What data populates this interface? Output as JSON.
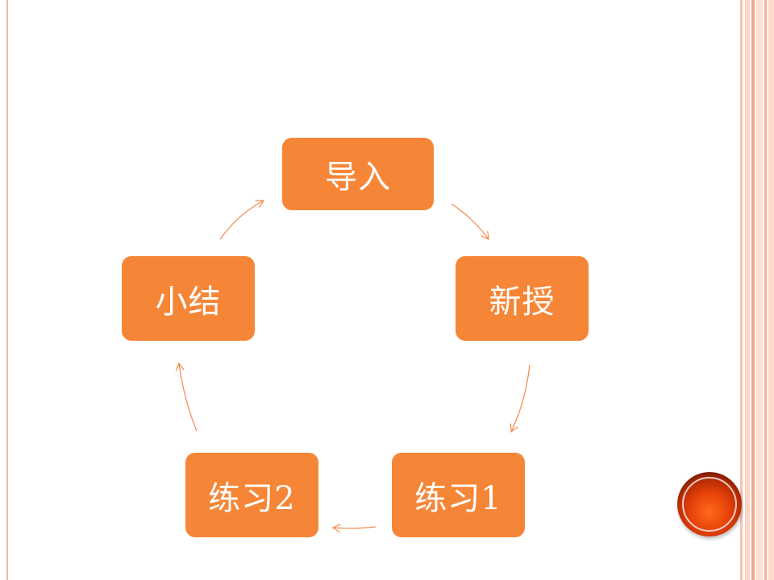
{
  "diagram": {
    "nodes": [
      {
        "id": "intro",
        "label": "导入"
      },
      {
        "id": "new-lesson",
        "label": "新授"
      },
      {
        "id": "practice-1",
        "label": "练习1"
      },
      {
        "id": "practice-2",
        "label": "练习2"
      },
      {
        "id": "summary",
        "label": "小结"
      }
    ],
    "edges": [
      [
        "intro",
        "new-lesson"
      ],
      [
        "new-lesson",
        "practice-1"
      ],
      [
        "practice-1",
        "practice-2"
      ],
      [
        "practice-2",
        "summary"
      ],
      [
        "summary",
        "intro"
      ]
    ]
  },
  "colors": {
    "node_fill": "#f68637",
    "arrow": "#f58a4c",
    "border_pink": "#f2b7a3",
    "accent_button": "#e8410a"
  }
}
